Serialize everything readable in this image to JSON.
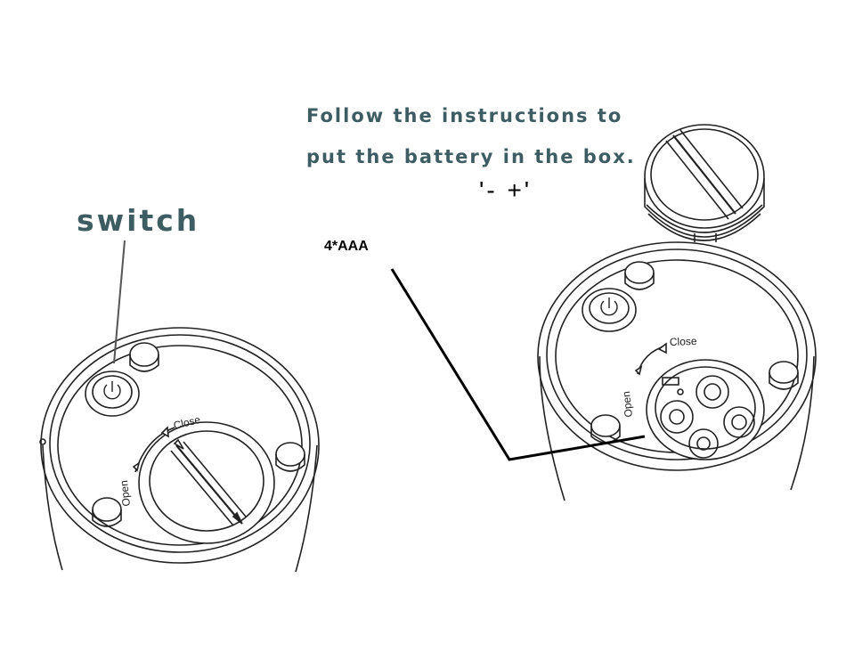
{
  "labels": {
    "switch": "switch",
    "instruction_line1": "Follow the instructions to",
    "instruction_line2": "put the battery in the box.",
    "polarity": "'- +'",
    "battery_count": "4*AAA"
  },
  "device_labels": {
    "close": "Close",
    "open": "Open"
  },
  "colors": {
    "label_text": "#3e5d62",
    "line_art": "#222222",
    "pointer_line": "#000000"
  }
}
